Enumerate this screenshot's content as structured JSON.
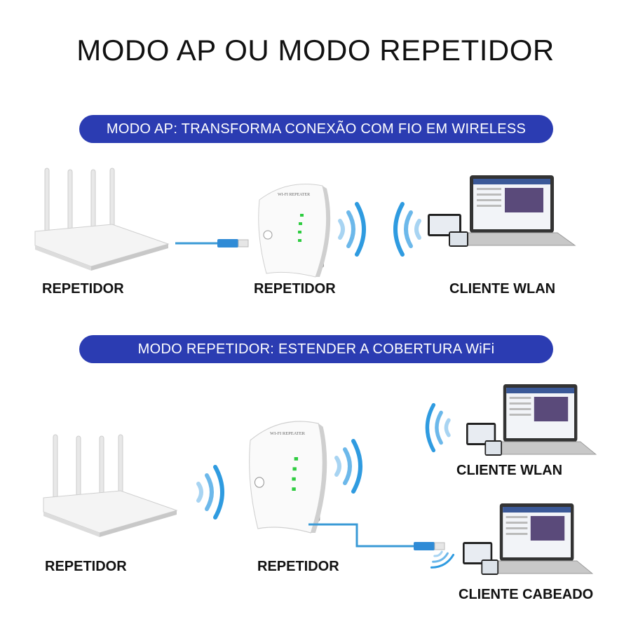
{
  "title": "MODO AP OU MODO REPETIDOR",
  "sections": [
    {
      "banner": "MODO AP: TRANSFORMA CONEXÃO COM FIO EM WIRELESS",
      "labels": [
        "REPETIDOR",
        "REPETIDOR",
        "CLIENTE WLAN"
      ]
    },
    {
      "banner": "MODO REPETIDOR: ESTENDER A COBERTURA WiFi",
      "labels": [
        "REPETIDOR",
        "REPETIDOR",
        "CLIENTE WLAN",
        "CLIENTE CABEADO"
      ]
    }
  ],
  "device_text": "WI-FI REPEATER",
  "colors": {
    "banner": "#2b3cb2",
    "wave": "#2f9be0",
    "cable": "#3a9ad6",
    "led": "#2ecc40"
  }
}
